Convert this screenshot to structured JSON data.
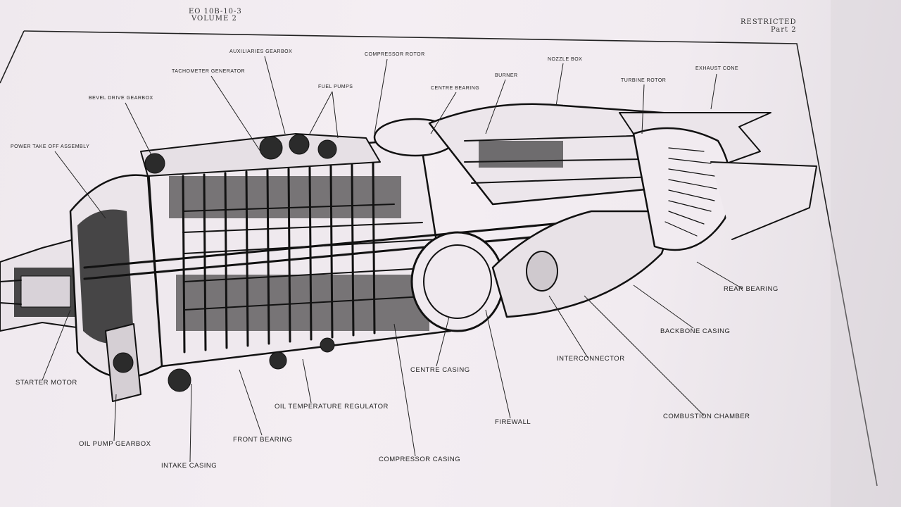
{
  "header": {
    "doc_number": "EO 10B-10-3",
    "volume": "VOLUME 2",
    "classification": "RESTRICTED",
    "part": "Part 2"
  },
  "labels": {
    "auxiliaries_gearbox": "AUXILIARIES GEARBOX",
    "compressor_rotor": "COMPRESSOR ROTOR",
    "nozzle_box": "NOZZLE BOX",
    "tachometer_generator": "TACHOMETER GENERATOR",
    "burner": "BURNER",
    "exhaust_cone": "EXHAUST CONE",
    "fuel_pumps": "FUEL PUMPS",
    "centre_bearing": "CENTRE BEARING",
    "turbine_rotor": "TURBINE ROTOR",
    "bevel_drive_gearbox": "BEVEL DRIVE GEARBOX",
    "power_take_off_assembly": "POWER TAKE OFF ASSEMBLY",
    "rear_bearing": "REAR BEARING",
    "backbone_casing": "BACKBONE CASING",
    "interconnector": "INTERCONNECTOR",
    "centre_casing": "CENTRE CASING",
    "starter_motor": "STARTER MOTOR",
    "oil_temperature_regulator": "OIL TEMPERATURE REGULATOR",
    "combustion_chamber": "COMBUSTION CHAMBER",
    "firewall": "FIREWALL",
    "front_bearing": "FRONT BEARING",
    "oil_pump_gearbox": "OIL PUMP GEARBOX",
    "compressor_casing": "COMPRESSOR CASING",
    "intake_casing": "INTAKE CASING"
  }
}
